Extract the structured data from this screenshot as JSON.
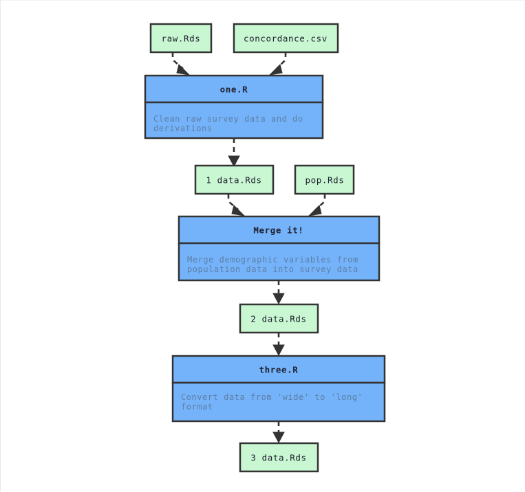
{
  "diagram": {
    "title": "data-pipeline-flowchart",
    "background_color": "#ffffff",
    "colors": {
      "data_node_fill": "#c9f7d2",
      "process_node_fill": "#74b3fa",
      "node_border": "#333333",
      "edge": "#333333",
      "title_text": "#20202f",
      "description_text": "#5d7fa6"
    },
    "nodes": [
      {
        "id": "raw",
        "type": "data",
        "label": "raw.Rds"
      },
      {
        "id": "conc",
        "type": "data",
        "label": "concordance.csv"
      },
      {
        "id": "one",
        "type": "process",
        "label": "one.R",
        "description_line1": "Clean raw survey data and do",
        "description_line2": "derivations"
      },
      {
        "id": "d1",
        "type": "data",
        "label": "1 data.Rds"
      },
      {
        "id": "pop",
        "type": "data",
        "label": "pop.Rds"
      },
      {
        "id": "merge",
        "type": "process",
        "label": "Merge it!",
        "description_line1": "Merge demographic variables from",
        "description_line2": "population data into survey data"
      },
      {
        "id": "d2",
        "type": "data",
        "label": "2 data.Rds"
      },
      {
        "id": "three",
        "type": "process",
        "label": "three.R",
        "description_line1": "Convert data from 'wide' to 'long'",
        "description_line2": "format"
      },
      {
        "id": "d3",
        "type": "data",
        "label": "3 data.Rds"
      }
    ],
    "edges": [
      {
        "from": "raw",
        "to": "one",
        "style": "dashed"
      },
      {
        "from": "conc",
        "to": "one",
        "style": "dashed"
      },
      {
        "from": "one",
        "to": "d1",
        "style": "dashed"
      },
      {
        "from": "d1",
        "to": "merge",
        "style": "dashed"
      },
      {
        "from": "pop",
        "to": "merge",
        "style": "dashed"
      },
      {
        "from": "merge",
        "to": "d2",
        "style": "dashed"
      },
      {
        "from": "d2",
        "to": "three",
        "style": "dashed"
      },
      {
        "from": "three",
        "to": "d3",
        "style": "dashed"
      }
    ]
  }
}
